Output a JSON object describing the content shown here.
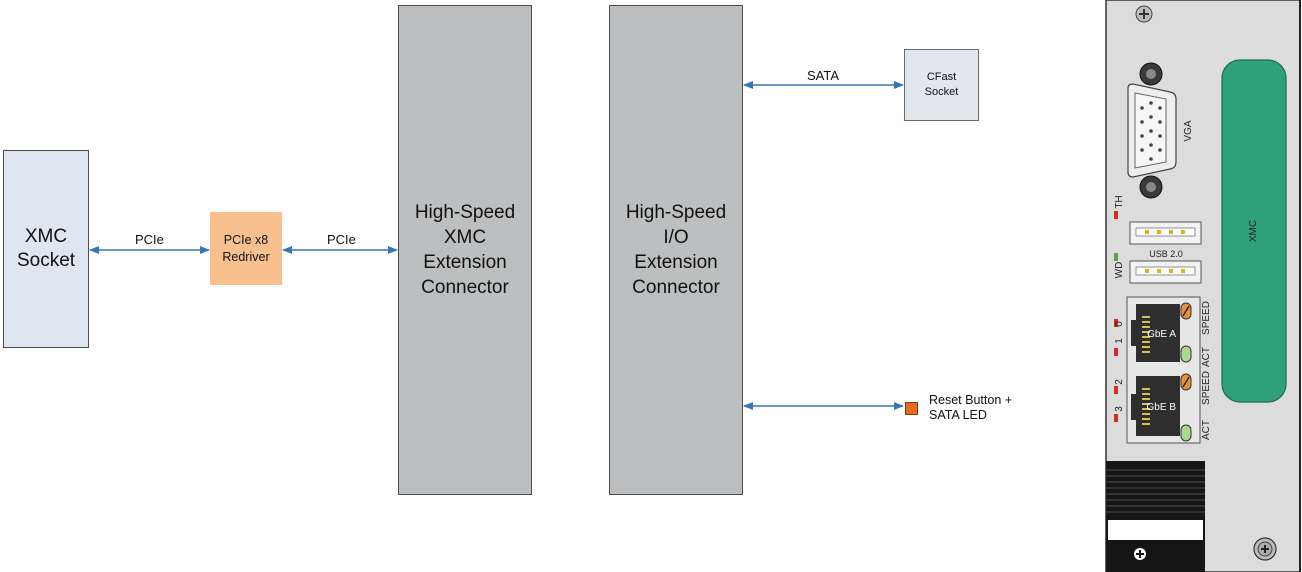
{
  "blocks": {
    "xmc_socket": "XMC\nSocket",
    "redriver": "PCIe x8\nRedriver",
    "xmc_extension": "High-Speed\nXMC\nExtension\nConnector",
    "io_extension": "High-Speed\nI/O\nExtension\nConnector",
    "cfast": "CFast\nSocket"
  },
  "links": {
    "pcie_left": "PCIe",
    "pcie_right": "PCIe",
    "sata": "SATA",
    "reset": "Reset Button +\nSATA LED"
  },
  "front_panel": {
    "vga": "VGA",
    "usb": "USB 2.0",
    "xmc": "XMC",
    "th": "TH",
    "wd": "WD",
    "gbe_a": "GbE A",
    "gbe_b": "GbE B",
    "speed_a": "SPEED",
    "act_a": "ACT",
    "speed_b": "SPEED",
    "act_b": "ACT",
    "led_0": "0",
    "led_1": "1",
    "led_2": "2",
    "led_3": "3"
  },
  "colors": {
    "arrow": "#3a74b8",
    "connector_gray": "#bcbebf",
    "redriver_orange": "#f8c08f",
    "xmc_green": "#2ea07a",
    "panel_gray": "#dcdcdc"
  }
}
